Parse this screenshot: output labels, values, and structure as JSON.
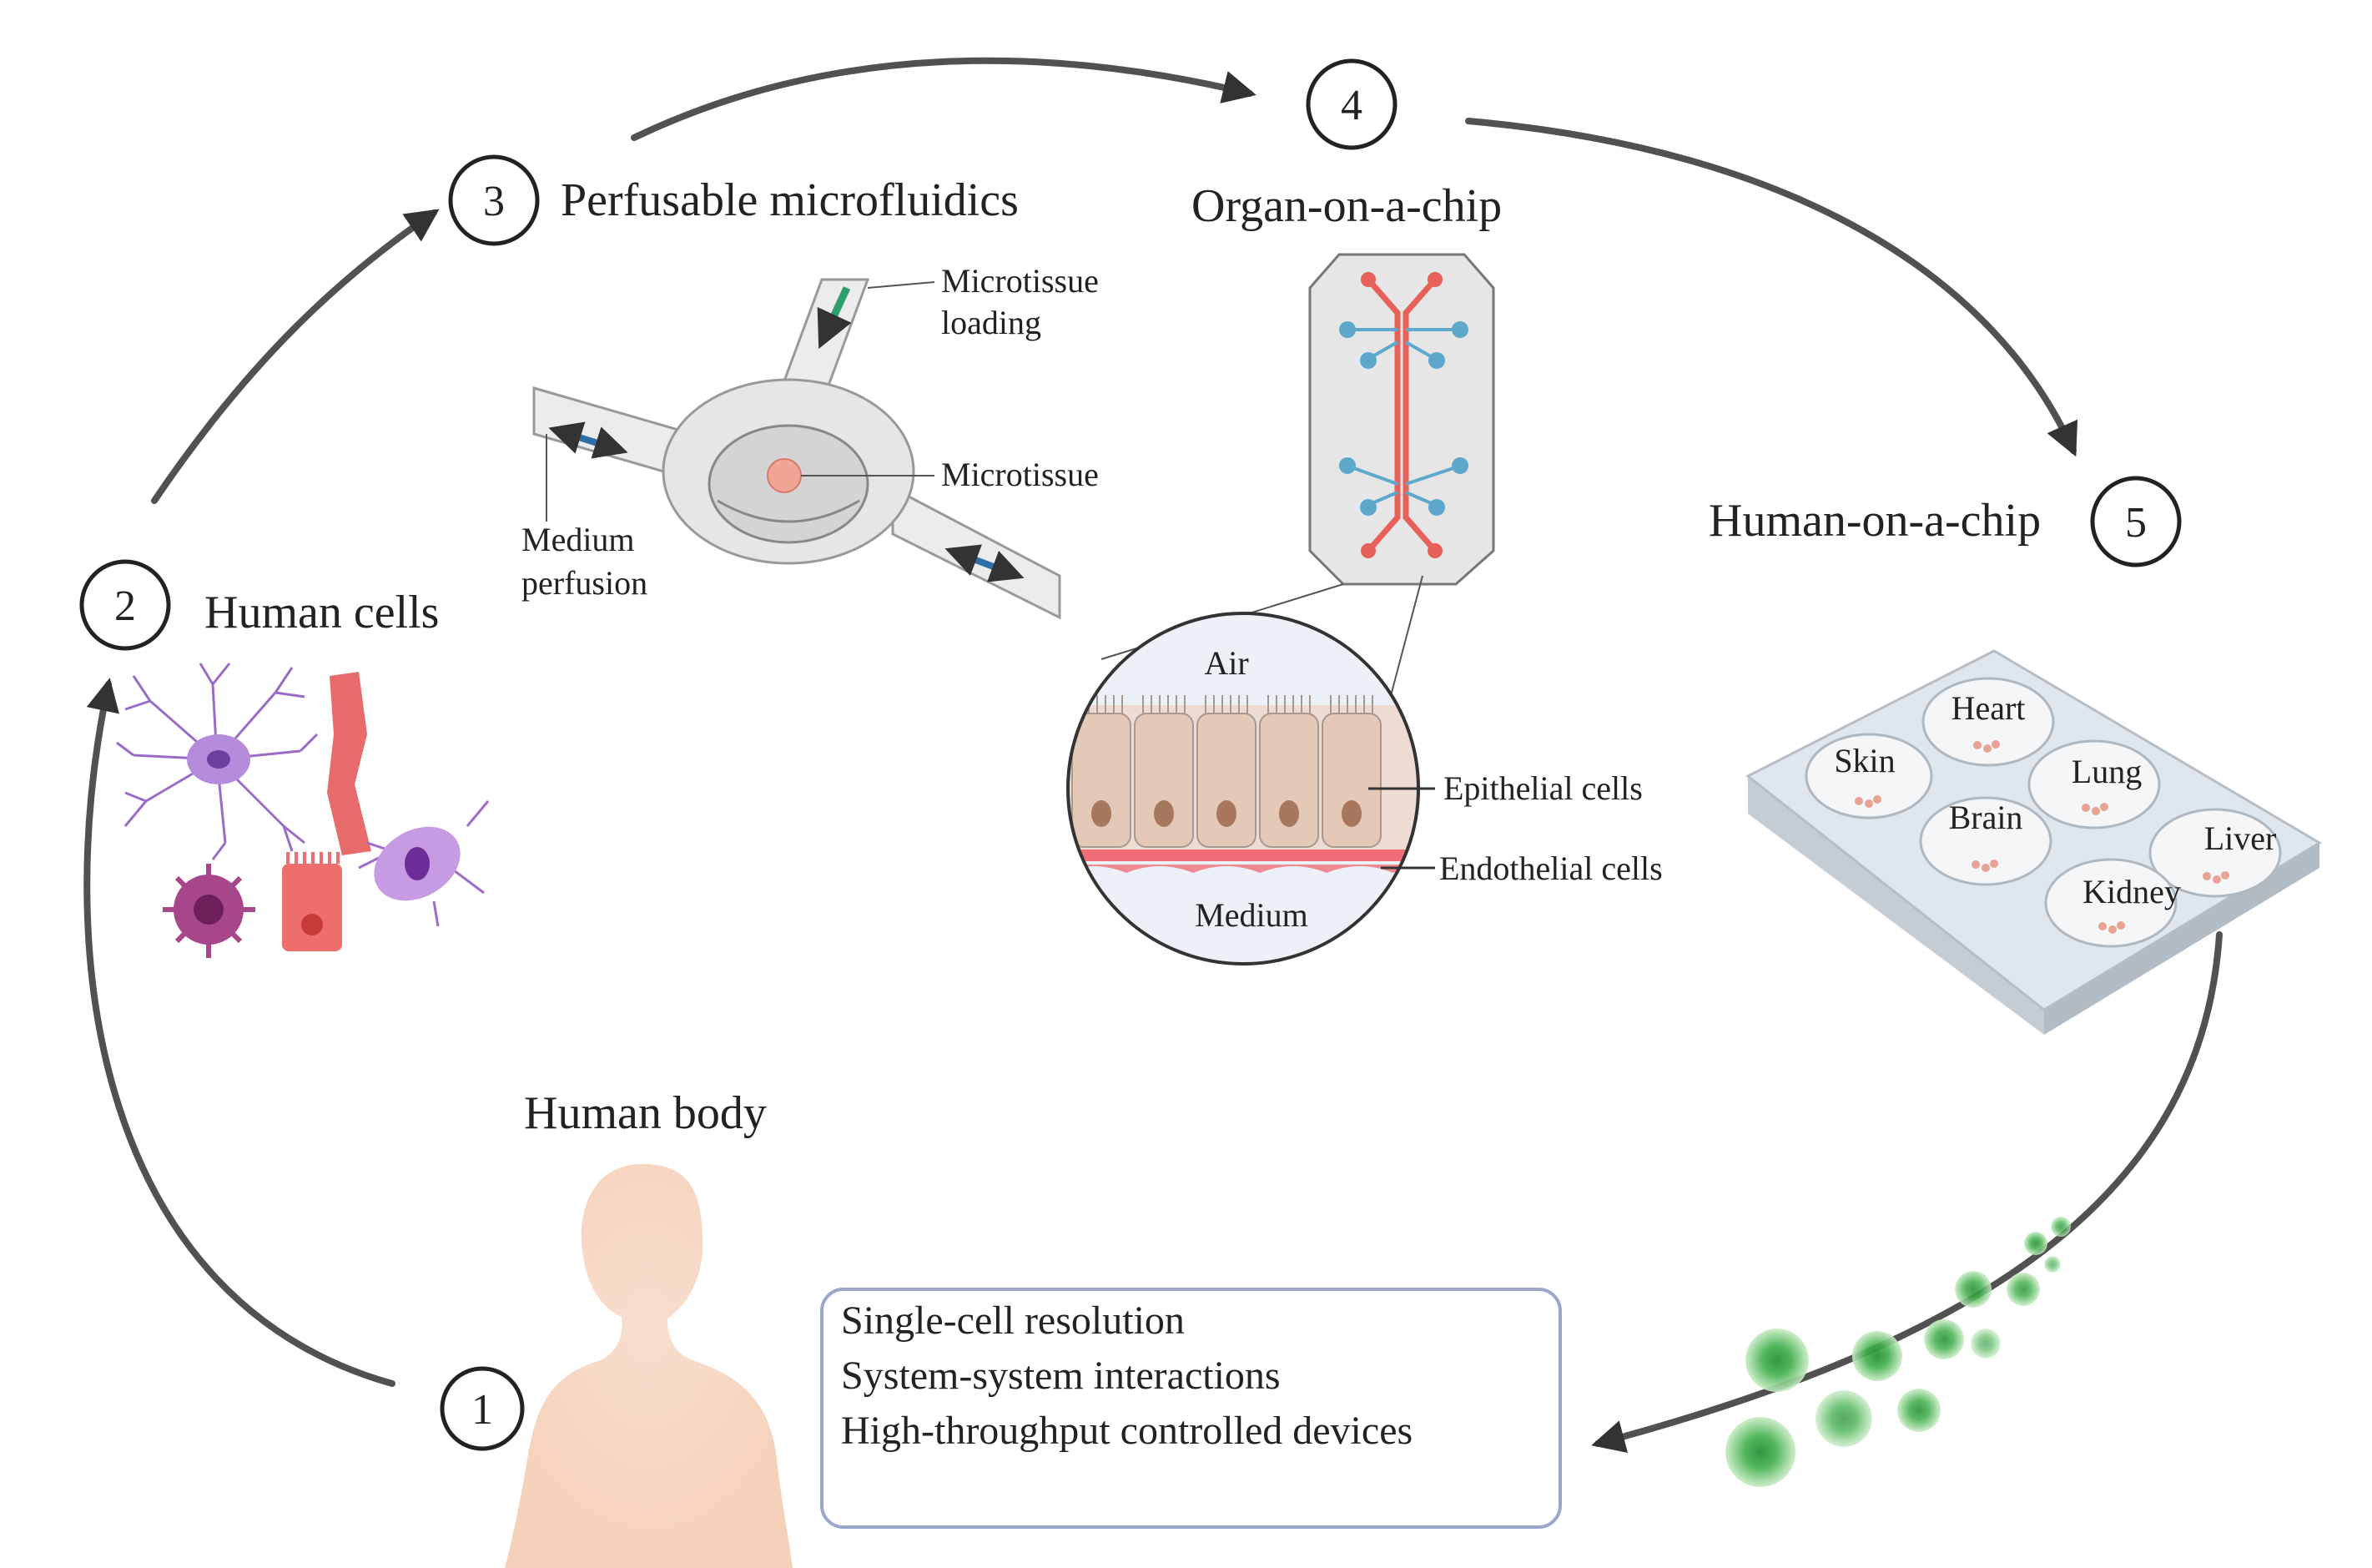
{
  "steps": [
    {
      "number": "1",
      "label": "Human body"
    },
    {
      "number": "2",
      "label": "Human cells"
    },
    {
      "number": "3",
      "label": "Perfusable microfluidics"
    },
    {
      "number": "4",
      "label": "Organ-on-a-chip"
    },
    {
      "number": "5",
      "label": "Human-on-a-chip"
    }
  ],
  "microfluidics": {
    "loading_line1": "Microtissue",
    "loading_line2": "loading",
    "microtissue": "Microtissue",
    "perfusion_line1": "Medium",
    "perfusion_line2": "perfusion"
  },
  "organ_chip": {
    "air": "Air",
    "epithelial": "Epithelial cells",
    "endothelial": "Endothelial cells",
    "medium": "Medium"
  },
  "human_chip_organs": [
    "Heart",
    "Skin",
    "Lung",
    "Brain",
    "Liver",
    "Kidney"
  ],
  "outcomes": [
    "Single-cell resolution",
    "System-system interactions",
    "High-throughput controlled devices"
  ],
  "colors": {
    "arrow": "#3a3a3a",
    "channel_red": "#e8605a",
    "port_blue": "#5ea8cc",
    "loading_green": "#2e9e6e",
    "flow_blue": "#2f6fa8",
    "skin": "#f6d2bd",
    "green_cells": "#3fae4a"
  }
}
